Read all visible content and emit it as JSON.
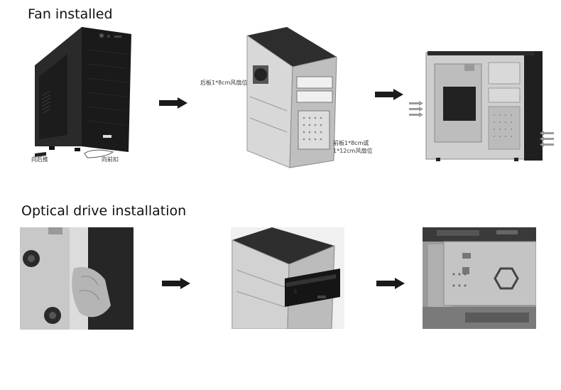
{
  "sections": [
    {
      "title": "Fan installed"
    },
    {
      "title": "Optical drive installation"
    }
  ],
  "annotations": {
    "push_back": "向后推",
    "press_front": "向前扣",
    "rear_fan": "后板1*8cm风扇位",
    "front_fan_line1": "前板1*8cm或",
    "front_fan_line2": "1*12cm风扇位"
  },
  "icons": [
    "right-arrow-icon",
    "airflow-arrow-icon"
  ],
  "colors": {
    "arrow": "#1a1a1a",
    "case_dark": "#1e1e1e",
    "case_steel": "#c9c9c9"
  }
}
